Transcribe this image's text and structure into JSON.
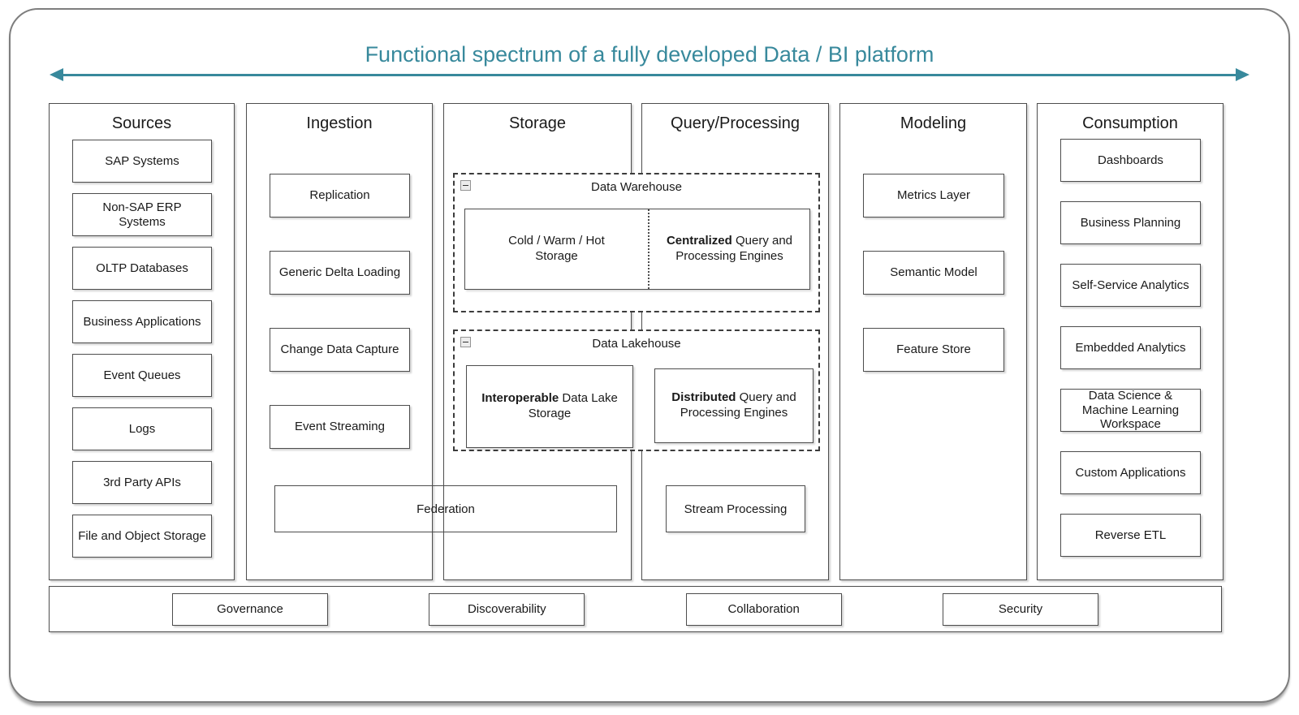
{
  "diagram": {
    "title": "Functional spectrum of a fully developed Data / BI platform",
    "accent_color": "#38899c",
    "border_color": "#4d4d4d"
  },
  "columns": [
    {
      "label": "Sources",
      "items": [
        "SAP Systems",
        "Non-SAP ERP Systems",
        "OLTP Databases",
        "Business Applications",
        "Event Queues",
        "Logs",
        "3rd Party APIs",
        "File and Object Storage"
      ]
    },
    {
      "label": "Ingestion",
      "items": [
        "Replication",
        "Generic Delta Loading",
        "Change Data Capture",
        "Event Streaming"
      ]
    },
    {
      "label": "Storage",
      "items": []
    },
    {
      "label": "Query/Processing",
      "items": []
    },
    {
      "label": "Modeling",
      "items": [
        "Metrics Layer",
        "Semantic Model",
        "Feature Store"
      ]
    },
    {
      "label": "Consumption",
      "items": [
        "Dashboards",
        "Business Planning",
        "Self-Service Analytics",
        "Embedded Analytics",
        "Data Science & Machine Learning Workspace",
        "Custom Applications",
        "Reverse ETL"
      ]
    }
  ],
  "groups": {
    "warehouse": {
      "label": "Data Warehouse",
      "collapse_icon": "minus-icon",
      "cells": [
        {
          "bold": "",
          "rest": "Cold / Warm / Hot Storage"
        },
        {
          "bold": "Centralized",
          "rest": " Query and Processing Engines"
        }
      ]
    },
    "lakehouse": {
      "label": "Data Lakehouse",
      "collapse_icon": "minus-icon",
      "cells": [
        {
          "bold": "Interoperable",
          "rest": " Data Lake Storage"
        },
        {
          "bold": "Distributed",
          "rest": " Query and Processing Engines"
        }
      ]
    }
  },
  "spanning": {
    "federation": "Federation",
    "stream_processing": "Stream Processing"
  },
  "platform_bar": {
    "items": [
      "Governance",
      "Discoverability",
      "Collaboration",
      "Security"
    ]
  }
}
